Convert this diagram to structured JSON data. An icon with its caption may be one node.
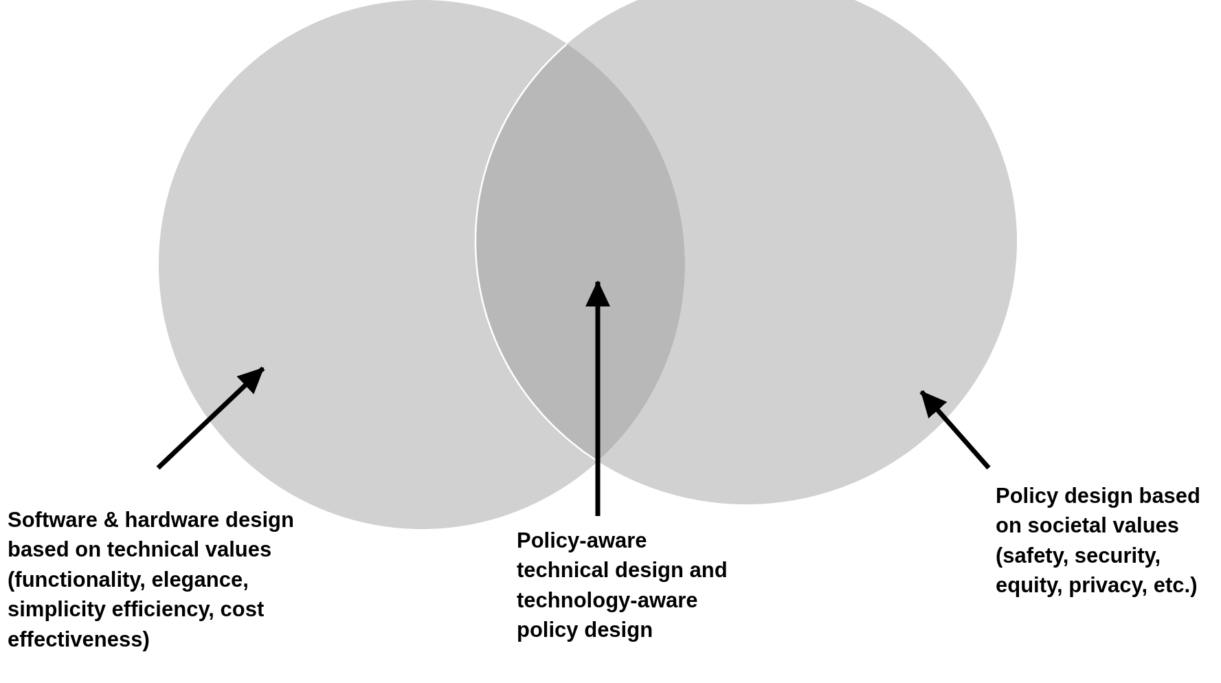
{
  "diagram": {
    "nodes": [
      {
        "text": [],
        "shape": "circle"
      },
      {
        "text": [],
        "shape": "circle"
      },
      {
        "text": [],
        "shape": "lens"
      },
      {
        "text": [
          "Software & hardware design based on technical values (functionality, elegance, simplicity efficiency, cost effectiveness)"
        ]
      },
      {
        "text": [
          "Policy-aware technical design and technology-aware policy design"
        ]
      },
      {
        "text": [
          "Policy design based on societal values (safety, security, equity, privacy, etc.)"
        ]
      }
    ],
    "edges": [
      {
        "from": 3,
        "to": 0,
        "arrow": "to"
      },
      {
        "from": 4,
        "to": 2,
        "arrow": "to"
      },
      {
        "from": 5,
        "to": 1,
        "arrow": "to"
      }
    ]
  }
}
